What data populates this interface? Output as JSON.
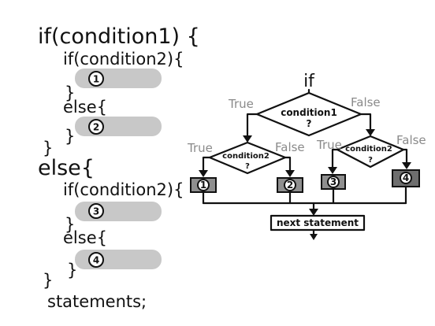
{
  "code": {
    "line_if1": "if(condition1) {",
    "line_if2": "if(condition2){",
    "block1_num": "1",
    "close1": "}",
    "line_else1": "else{",
    "block2_num": "2",
    "close2": "}",
    "close3": "}",
    "line_else2": "else{",
    "line_if3": "if(condition2){",
    "block3_num": "3",
    "close4": "}",
    "line_else3": "else{",
    "block4_num": "4",
    "close5": "}",
    "close6": "}",
    "statements": "statements;"
  },
  "flowchart": {
    "title": "if",
    "condition1": "condition1",
    "condition1_q": "?",
    "condition2_left": "condition2",
    "condition2_left_q": "?",
    "condition2_right": "condition2",
    "condition2_right_q": "?",
    "true_top": "True",
    "false_top": "False",
    "true_left": "True",
    "false_left": "False",
    "true_right": "True",
    "false_right": "False",
    "box1": "1",
    "box2": "2",
    "box3": "3",
    "box4": "4",
    "next_statement": "next statement"
  }
}
